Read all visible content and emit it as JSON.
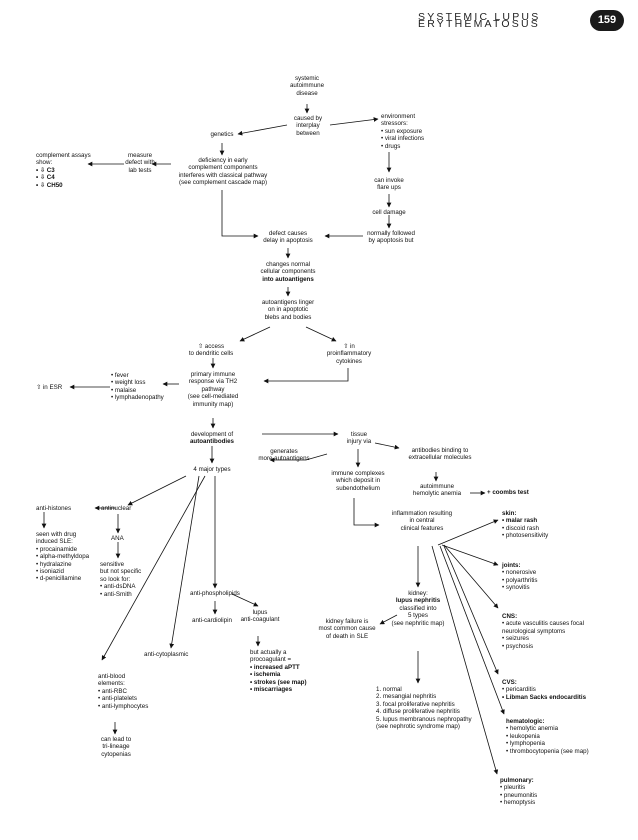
{
  "header": {
    "title": "SYSTEMIC LUPUS ERYTHEMATOSUS",
    "page_number": "159"
  },
  "nodes": {
    "sle": [
      "systemic",
      "autoimmune",
      "disease"
    ],
    "caused_by": [
      "caused by",
      "interplay",
      "between"
    ],
    "genetics": [
      "genetics"
    ],
    "environment": [
      "environment",
      "stressors:",
      "• sun exposure",
      "• viral infections",
      "• drugs"
    ],
    "complement_assays": [
      "complement assays",
      "show:",
      "• ⇩ C3",
      "• ⇩ C4",
      "• ⇩ CH50"
    ],
    "measure_defect": [
      "measure",
      "defect with",
      "lab tests"
    ],
    "deficiency": [
      "deficiency in early",
      "complement components",
      "interferes with classical pathway",
      "(see complement cascade map)"
    ],
    "invoke_flare": [
      "can invoke",
      "flare ups"
    ],
    "cell_damage": [
      "cell damage"
    ],
    "defect_delay": [
      "defect causes",
      "delay in apoptosis"
    ],
    "normally_followed": [
      "normally followed",
      "by apoptosis but"
    ],
    "changes_normal": [
      "changes normal",
      "cellular components",
      "into autoantigens"
    ],
    "autoantigens_linger": [
      "autoantigens linger",
      "on in apoptotic",
      "blebs and bodies"
    ],
    "access_dendritic": [
      "⇧ access",
      "to dendritic cells"
    ],
    "proinflammatory": [
      "⇧ in",
      "proinflammatory",
      "cytokines"
    ],
    "primary_immune": [
      "primary immune",
      "response via TH2",
      "pathway",
      "(see cell-mediated",
      "immunity map)"
    ],
    "symptoms": [
      "• fever",
      "• weight loss",
      "• malaise",
      "• lymphadenopathy"
    ],
    "esr": [
      "⇧ in ESR"
    ],
    "development": [
      "development of",
      "autoantibodies"
    ],
    "tissue_injury": [
      "tissue",
      "injury via"
    ],
    "generates": [
      "generates",
      "more autoantigens"
    ],
    "four_types": [
      "4 major types"
    ],
    "binding_extracellular": [
      "antibodies binding to",
      "extracellular molecules"
    ],
    "immune_complexes": [
      "immune complexes",
      "which deposit in",
      "subendothelium"
    ],
    "hemolytic": [
      "autoimmune",
      "hemolytic anemia"
    ],
    "coombs": [
      "+ coombs test"
    ],
    "anti_histones": [
      "anti-histones"
    ],
    "antinuclear": [
      "antinuclear"
    ],
    "drug_induced": [
      "seen with drug",
      "induced SLE:",
      "• procainamide",
      "• alpha-methyldopa",
      "• hydralazine",
      "• isoniazid",
      "• d-penicillamine"
    ],
    "ana": [
      "ANA"
    ],
    "sensitive": [
      "sensitive",
      "but not specific",
      "so look for:",
      "• anti-dsDNA",
      "• anti-Smith"
    ],
    "inflammation": [
      "inflammation resulting",
      "in central",
      "clinical features"
    ],
    "skin": [
      "skin:",
      "• malar rash",
      "• discoid rash",
      "• photosensitivity"
    ],
    "joints": [
      "joints:",
      "• nonerosive",
      "• polyarthritis",
      "• synovitis"
    ],
    "cns": [
      "CNS:",
      "• acute vasculitis causes focal",
      "  neurological symptoms",
      "• seizures",
      "• psychosis"
    ],
    "cvs": [
      "CVS:",
      "• pericarditis",
      "• Libman Sacks endocarditis"
    ],
    "hematologic": [
      "hematologic:",
      "• hemolytic anemia",
      "• leukopenia",
      "• lymphopenia",
      "• thrombocytopenia (see map)"
    ],
    "pulmonary": [
      "pulmonary:",
      "• pleuritis",
      "• pneumonitis",
      "• hemoptysis"
    ],
    "anti_phospholipids": [
      "anti-phospholipids"
    ],
    "anti_cardiolipin": [
      "anti-cardiolipin"
    ],
    "lupus_anticoag": [
      "lupus",
      "anti-coagulant"
    ],
    "procoagulant": [
      "but actually a",
      "procoagulant =",
      "• increased aPTT",
      "• ischemia",
      "• strokes (see map)",
      "• miscarriages"
    ],
    "anti_cytoplasmic": [
      "anti-cytoplasmic"
    ],
    "anti_blood": [
      "anti-blood",
      "elements:",
      "• anti-RBC",
      "• anti-platelets",
      "• anti-lymphocytes"
    ],
    "trilineage": [
      "can lead to",
      "tri-lineage",
      "cytopenias"
    ],
    "kidney": [
      "kidney:",
      "lupus nephritis",
      "classified into",
      "5 types",
      "(see nephritic map)"
    ],
    "kidney_failure": [
      "kidney failure is",
      "most common cause",
      "of death in SLE"
    ],
    "nephritis_types": [
      "1. normal",
      "2. mesangial nephritis",
      "3. focal proliferative nephritis",
      "4. diffuse proliferative nephritis",
      "5. lupus membranous nephropathy",
      "    (see nephrotic syndrome map)"
    ]
  }
}
